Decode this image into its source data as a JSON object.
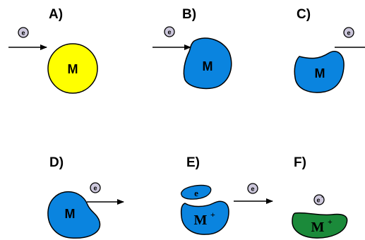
{
  "panels": {
    "a": {
      "label": "A)",
      "molecule": "M"
    },
    "b": {
      "label": "B)",
      "molecule": "M"
    },
    "c": {
      "label": "C)",
      "molecule": "M"
    },
    "d": {
      "label": "D)",
      "molecule": "M"
    },
    "e": {
      "label": "E)",
      "molecule": "M",
      "charge": "+",
      "bound_electron": "e"
    },
    "f": {
      "label": "F)",
      "molecule": "M",
      "charge": "+",
      "free_electron": "e",
      "free_electron_charge": "-"
    }
  },
  "electron_symbol": "e",
  "colors": {
    "yellow_molecule": "#ffff00",
    "blue_molecule": "#0a84df",
    "green_ion": "#1b8a3a",
    "electron_fill": "#cdc8dc"
  }
}
